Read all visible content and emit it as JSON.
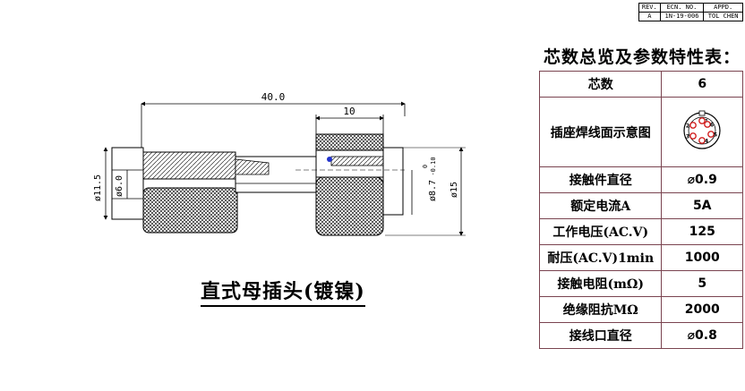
{
  "rev_block": {
    "headers": [
      "REV.",
      "ECN. NO.",
      "APPD."
    ],
    "row": [
      "A",
      "1N-19-006",
      "TOL CHEN"
    ]
  },
  "dimensions": {
    "overall_length": "40.0",
    "nut_length": "10",
    "dia_outer_left": "ø11.5",
    "dia_inner_left": "ø6.0",
    "dia_bore": "ø8.7",
    "tol_upper": "0",
    "tol_lower": "-0.10",
    "dia_nut": "ø15"
  },
  "caption": "直式母插头(镀镍)",
  "spec": {
    "title": "芯数总览及参数特性表：",
    "header": {
      "label": "芯数",
      "value": "6"
    },
    "diagram_row_label": "插座焊线面示意图",
    "pin_labels": [
      "1",
      "2",
      "3",
      "4",
      "5",
      "6"
    ],
    "rows": [
      {
        "label": "接触件直径",
        "value": "⌀0.9"
      },
      {
        "label": "额定电流A",
        "value": "5A"
      },
      {
        "label": "工作电压(AC.V)",
        "value": "125"
      },
      {
        "label": "耐压(AC.V)1min",
        "value": "1000"
      },
      {
        "label": "接触电阻(mΩ)",
        "value": "5"
      },
      {
        "label": "绝缘阻抗MΩ",
        "value": "2000"
      },
      {
        "label": "接线口直径",
        "value": "⌀0.8"
      }
    ]
  },
  "colors": {
    "border": "#7a4450",
    "mark": "#d22020",
    "insulator": "#2233cc"
  }
}
